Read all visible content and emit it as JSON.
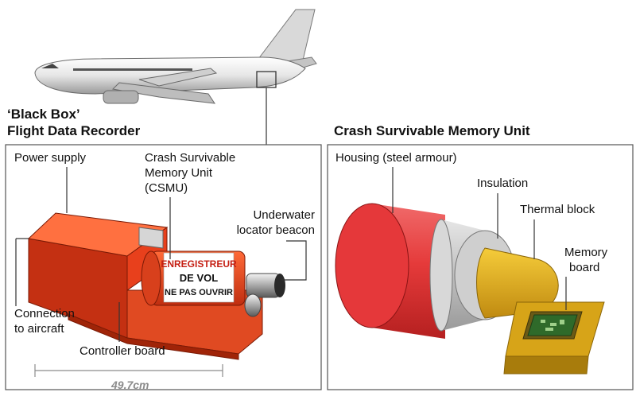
{
  "titles": {
    "black_box_line1": "‘Black Box’",
    "black_box_line2": "Flight Data Recorder",
    "csmu_title": "Crash Survivable Memory Unit"
  },
  "recorder_labels": {
    "power_supply": "Power supply",
    "csmu_line1": "Crash Survivable",
    "csmu_line2": "Memory Unit",
    "csmu_line3": "(CSMU)",
    "beacon_line1": "Underwater",
    "beacon_line2": "locator beacon",
    "connection_line1": "Connection",
    "connection_line2": "to aircraft",
    "controller_board": "Controller board",
    "dimension": "49.7cm"
  },
  "device_text": {
    "line1": "ENREGISTREUR",
    "line2": "DE VOL",
    "line3": "NE PAS OUVRIR"
  },
  "memory_unit_labels": {
    "housing": "Housing (steel armour)",
    "insulation": "Insulation",
    "thermal_block": "Thermal block",
    "memory_line1": "Memory",
    "memory_line2": "board"
  },
  "colors": {
    "recorder_orange": "#e8401c",
    "housing_red": "#e53a3a",
    "insulation_grey": "#c8c8c8",
    "thermal_yellow": "#e8b41c",
    "board_green": "#2f6a2a",
    "panel_border": "#555555"
  }
}
